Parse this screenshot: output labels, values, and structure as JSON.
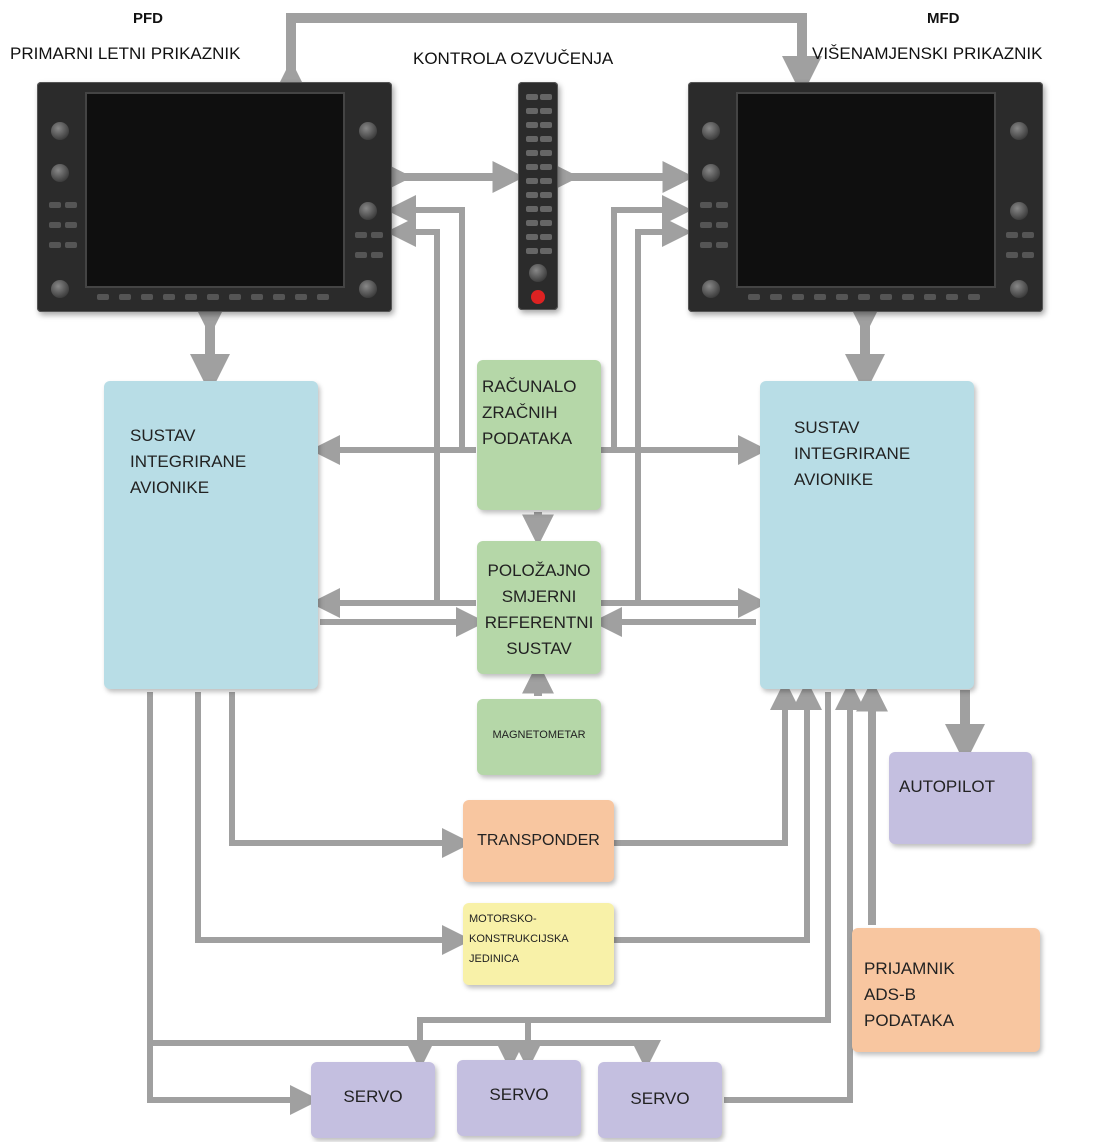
{
  "pfd": {
    "abbr": "PFD",
    "name": "PRIMARNI LETNI PRIKAZNIK"
  },
  "mfd": {
    "abbr": "MFD",
    "name": "VIŠENAMJENSKI PRIKAZNIK"
  },
  "audio_panel": {
    "name": "KONTROLA OZVUČENJA"
  },
  "blocks": {
    "gia_left": [
      "SUSTAV",
      "INTEGRIRANE",
      "AVIONIKE"
    ],
    "gia_right": [
      "SUSTAV",
      "INTEGRIRANE",
      "AVIONIKE"
    ],
    "adc": [
      "RAČUNALO",
      "ZRAČNIH",
      "PODATAKA"
    ],
    "ahrs": [
      "POLOŽAJNO",
      "SMJERNI",
      "REFERENTNI",
      "SUSTAV"
    ],
    "magnetometer": "MAGNETOMETAR",
    "transponder": "TRANSPONDER",
    "engine_unit": [
      "MOTORSKO-",
      "KONSTRUKCIJSKA",
      "JEDINICA"
    ],
    "autopilot": "AUTOPILOT",
    "adsb": [
      "PRIJAMNIK",
      "ADS-B",
      "PODATAKA"
    ],
    "servo1": "SERVO",
    "servo2": "SERVO",
    "servo3": "SERVO"
  },
  "colors": {
    "gia": "#b8dde6",
    "adc_ahrs": "#b5d7a8",
    "transponder": "#f8c6a0",
    "engine_unit": "#f8f1a8",
    "autopilot_servo": "#c4bfe0",
    "adsb": "#f8c6a0",
    "connector": "#a0a0a0"
  }
}
